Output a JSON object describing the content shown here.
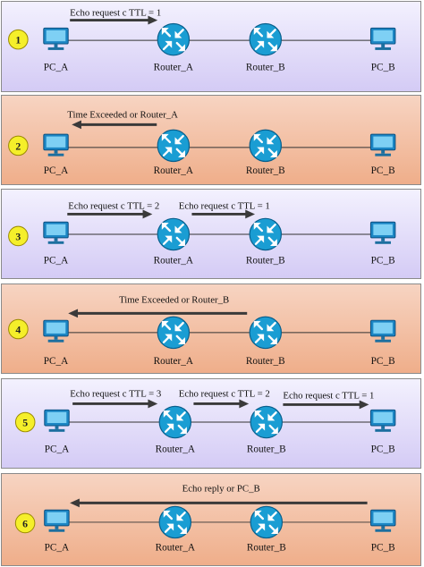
{
  "colors": {
    "violet_panel": "#d4cbf5",
    "orange_panel": "#efae8a",
    "router_blue": "#1a9dd3",
    "badge_yellow": "#f5ef2a",
    "arrow": "#3a3a3a"
  },
  "icons": {
    "pc": "pc-icon",
    "router": "router-icon",
    "badge": "step-number-badge"
  },
  "devices": {
    "pc_a": "PC_A",
    "router_a": "Router_A",
    "router_b": "Router_B",
    "pc_b": "PC_B"
  },
  "steps": [
    {
      "number": "1",
      "theme": "violet",
      "messages": [
        {
          "text": "Echo request c TTL = 1",
          "direction": "right"
        }
      ]
    },
    {
      "number": "2",
      "theme": "orange",
      "messages": [
        {
          "text": "Time Exceeded or Router_A",
          "direction": "left"
        }
      ]
    },
    {
      "number": "3",
      "theme": "violet",
      "messages": [
        {
          "text": "Echo request c TTL = 2",
          "direction": "right"
        },
        {
          "text": "Echo request c TTL = 1",
          "direction": "right"
        }
      ]
    },
    {
      "number": "4",
      "theme": "orange",
      "messages": [
        {
          "text": "Time Exceeded or Router_B",
          "direction": "left"
        }
      ]
    },
    {
      "number": "5",
      "theme": "violet",
      "messages": [
        {
          "text": "Echo request c TTL = 3",
          "direction": "right"
        },
        {
          "text": "Echo request c TTL = 2",
          "direction": "right"
        },
        {
          "text": "Echo request c TTL = 1",
          "direction": "right"
        }
      ]
    },
    {
      "number": "6",
      "theme": "orange",
      "messages": [
        {
          "text": "Echo reply or PC_B",
          "direction": "left"
        }
      ]
    }
  ]
}
